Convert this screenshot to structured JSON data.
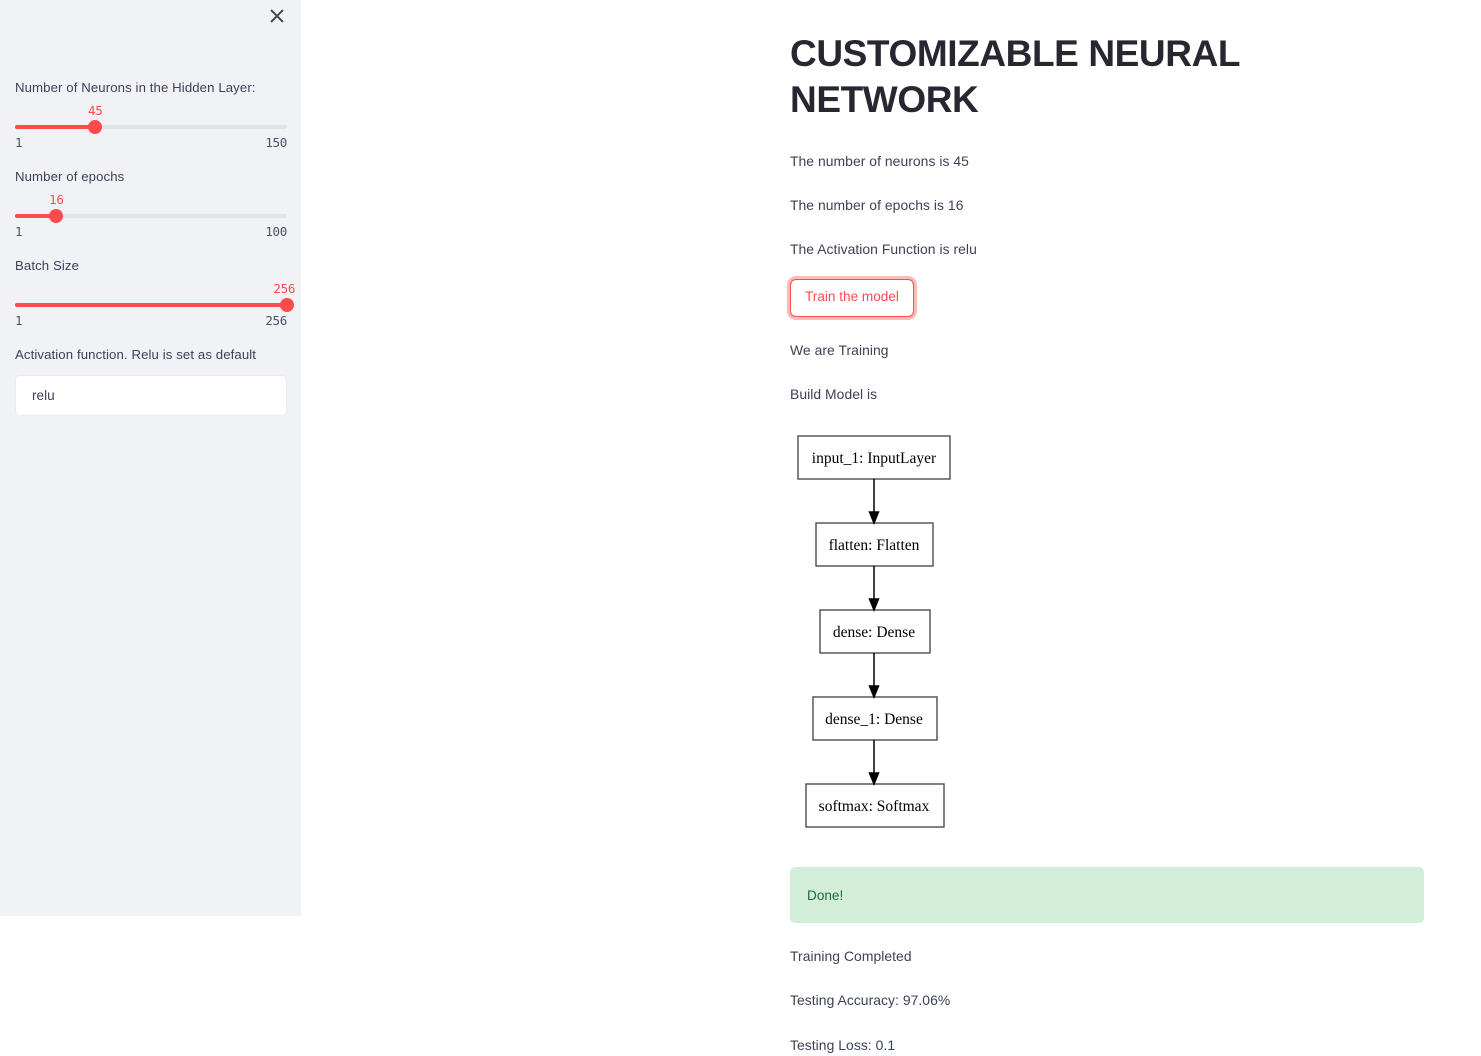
{
  "sidebar": {
    "close_icon": "close-icon",
    "widgets": [
      {
        "label": "Number of Neurons in the Hidden Layer:",
        "type": "slider",
        "value": "45",
        "min": "1",
        "max": "150",
        "fill_percent": 29.5
      },
      {
        "label": "Number of epochs",
        "type": "slider",
        "value": "16",
        "min": "1",
        "max": "100",
        "fill_percent": 15.2
      },
      {
        "label": "Batch Size",
        "type": "slider",
        "value": "256",
        "min": "1",
        "max": "256",
        "fill_percent": 100
      },
      {
        "label": "Activation function. Relu is set as default",
        "type": "text",
        "value": "relu",
        "placeholder": ""
      }
    ]
  },
  "main": {
    "title": "CUSTOMIZABLE NEURAL NETWORK",
    "line_neurons": "The number of neurons is 45",
    "line_epochs": "The number of epochs is 16",
    "line_activation": "The Activation Function is relu",
    "train_button": "Train the model",
    "line_training": "We are Training",
    "line_build": "Build Model is",
    "success_message": "Done!",
    "line_completed": "Training Completed",
    "line_accuracy": "Testing Accuracy: 97.06%",
    "line_loss": "Testing Loss: 0.1"
  },
  "model_graph": {
    "nodes": [
      "input_1: InputLayer",
      "flatten: Flatten",
      "dense: Dense",
      "dense_1: Dense",
      "softmax: Softmax"
    ]
  },
  "colors": {
    "accent": "#ff4b4b",
    "sidebar_bg": "#f0f2f6",
    "text": "#262730",
    "success_bg": "#d2eed9",
    "success_text": "#1c6b35"
  }
}
